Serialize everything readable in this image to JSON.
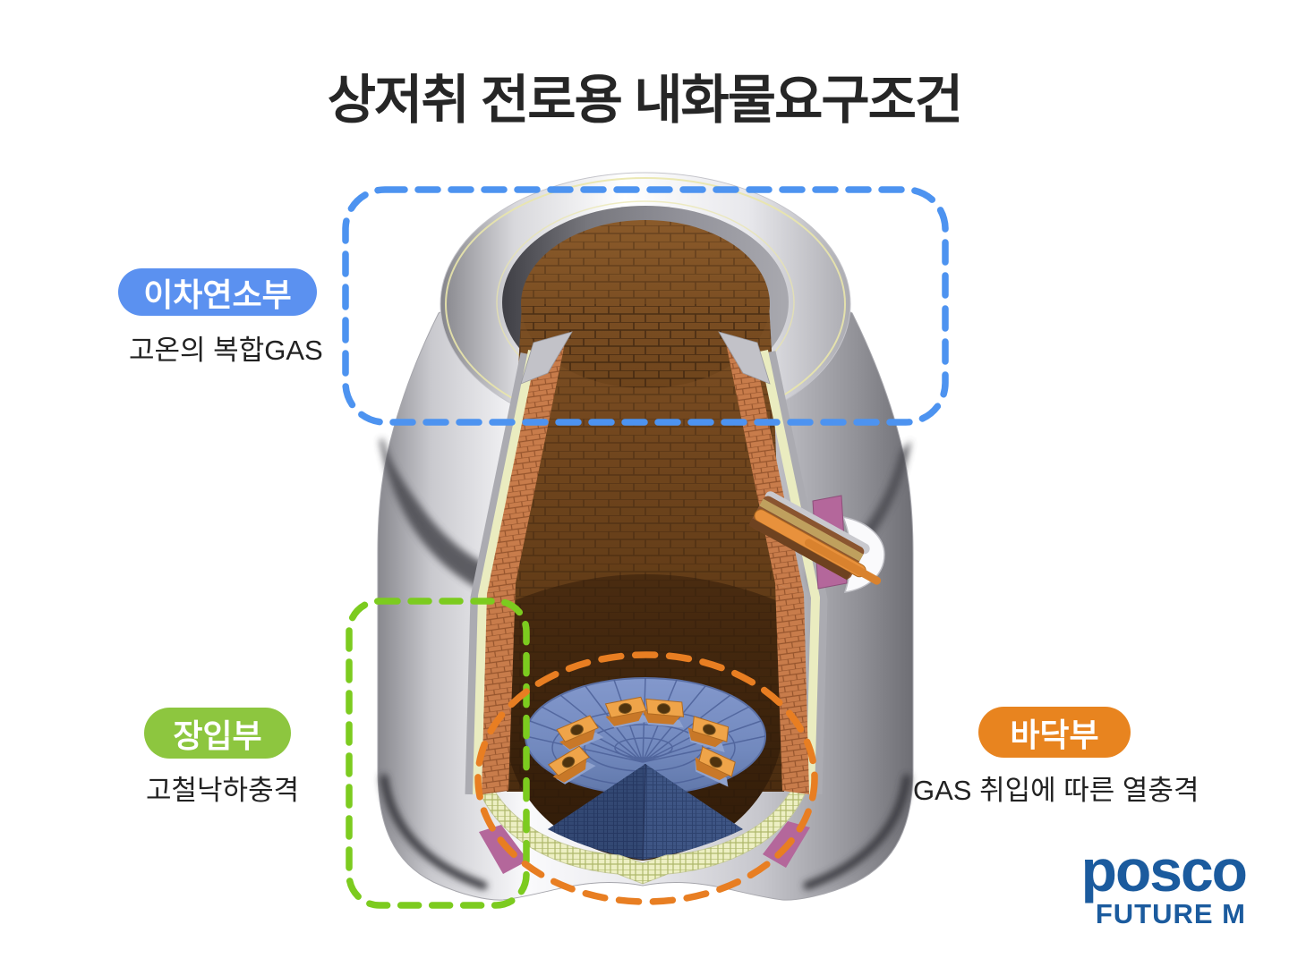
{
  "title": "상저취 전로용 내화물요구조건",
  "annotations": {
    "secondary_combustion": {
      "label": "이차연소부",
      "description": "고온의 복합GAS",
      "accent_color": "#5B91F0",
      "outline_color": "#4D93F0",
      "outline_shape": "dashed-rounded-rect"
    },
    "charging": {
      "label": "장입부",
      "description": "고철낙하충격",
      "accent_color": "#8DC63F",
      "outline_color": "#7CCB1F",
      "outline_shape": "dashed-rounded-rect"
    },
    "bottom": {
      "label": "바닥부",
      "description": "GAS 취입에 따른 열충격",
      "accent_color": "#E8841F",
      "outline_color": "#E87E22",
      "outline_shape": "dashed-ellipse"
    }
  },
  "illustration": {
    "name": "converter-vessel-cutaway",
    "colors": {
      "steel_shell": "#E8E8EC",
      "shell_shadow": "#4E4E54",
      "working_lining_brick": "#C87C4B",
      "inner_wall_upper": "#74481F",
      "inner_wall_lower": "#3A220C",
      "safety_lining": "#EDEFC3",
      "bottom_plug": "#7289BE",
      "bottom_wedge": "#3E5584",
      "tuyere_block": "#EFA449",
      "tap_hole": "#E8913C",
      "seal_purple": "#B4679B"
    }
  },
  "logo": {
    "brand": "posco",
    "subbrand": "FUTURE M",
    "color": "#1B5B9E"
  }
}
